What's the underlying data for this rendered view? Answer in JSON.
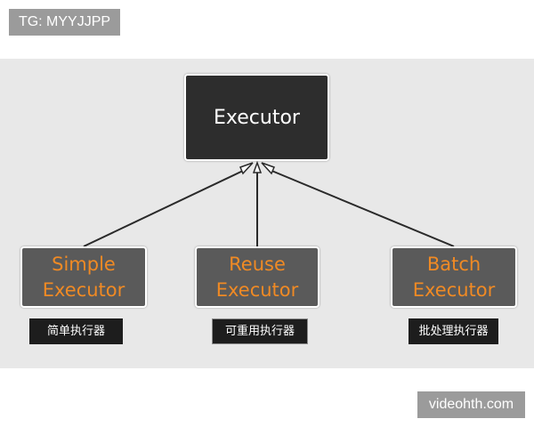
{
  "watermarks": {
    "top_left": "TG: MYYJJPP",
    "bottom_right": "videohth.com"
  },
  "diagram": {
    "root": {
      "label": "Executor"
    },
    "children": [
      {
        "lines": [
          "Simple",
          "Executor"
        ],
        "caption": "简单执行器"
      },
      {
        "lines": [
          "Reuse",
          "Executor"
        ],
        "caption": "可重用执行器"
      },
      {
        "lines": [
          "Batch",
          "Executor"
        ],
        "caption": "批处理执行器"
      }
    ],
    "colors": {
      "panel": "#e8e8e8",
      "root_fill": "#2d2d2d",
      "child_fill": "#5a5a5a",
      "child_text": "#f08a24",
      "caption_fill": "#1d1d1d",
      "arrow": "#2a2a2a"
    }
  }
}
